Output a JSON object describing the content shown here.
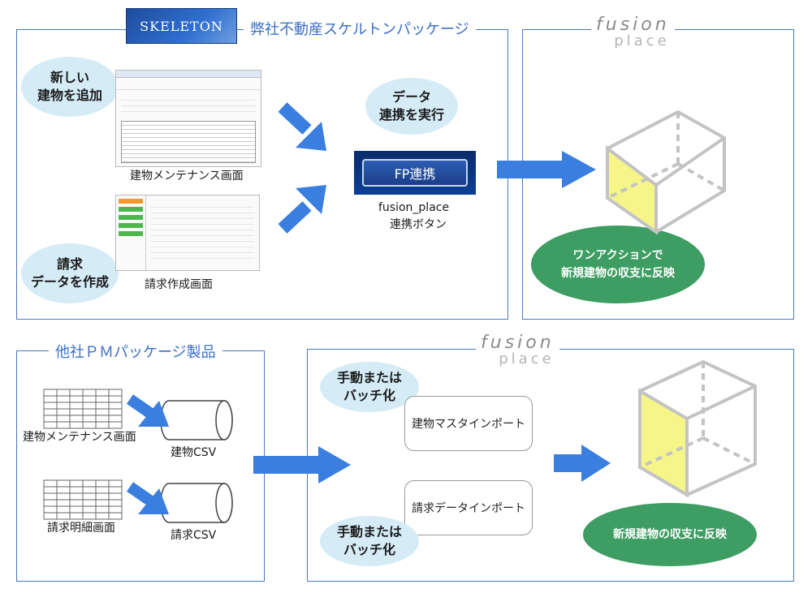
{
  "top_left": {
    "logo_text": "SKELETON",
    "title": "弊社不動産スケルトンパッケージ",
    "bubble_add": "新しい\n建物を追加",
    "bubble_billing": "請求\nデータを作成",
    "bubble_execute": "データ\n連携を実行",
    "caption_building": "建物メンテナンス画面",
    "caption_billing": "請求作成画面",
    "fp_button": "FP連携",
    "fp_caption_1": "fusion_place",
    "fp_caption_2": "連携ボタン"
  },
  "top_right": {
    "brand_1": "fusion",
    "brand_2": "place",
    "result": "ワンアクションで\n新規建物の収支に反映"
  },
  "bottom_left": {
    "title": "他社ＰＭパッケージ製品",
    "caption_building": "建物メンテナンス画面",
    "caption_billing": "請求明細画面",
    "csv_building": "建物CSV",
    "csv_billing": "請求CSV"
  },
  "bottom_right": {
    "brand_1": "fusion",
    "brand_2": "place",
    "bubble_top": "手動または\nバッチ化",
    "bubble_bottom": "手動または\nバッチ化",
    "import_building": "建物マスタインポート",
    "import_billing": "請求データインポート",
    "result": "新規建物の収支に反映"
  },
  "colors": {
    "panel_border": "#4a78c2",
    "arrow": "#3a7ee0",
    "bubble": "#d5ecf7",
    "green": "#3d9d62",
    "cube_face": "#f5f58a"
  }
}
